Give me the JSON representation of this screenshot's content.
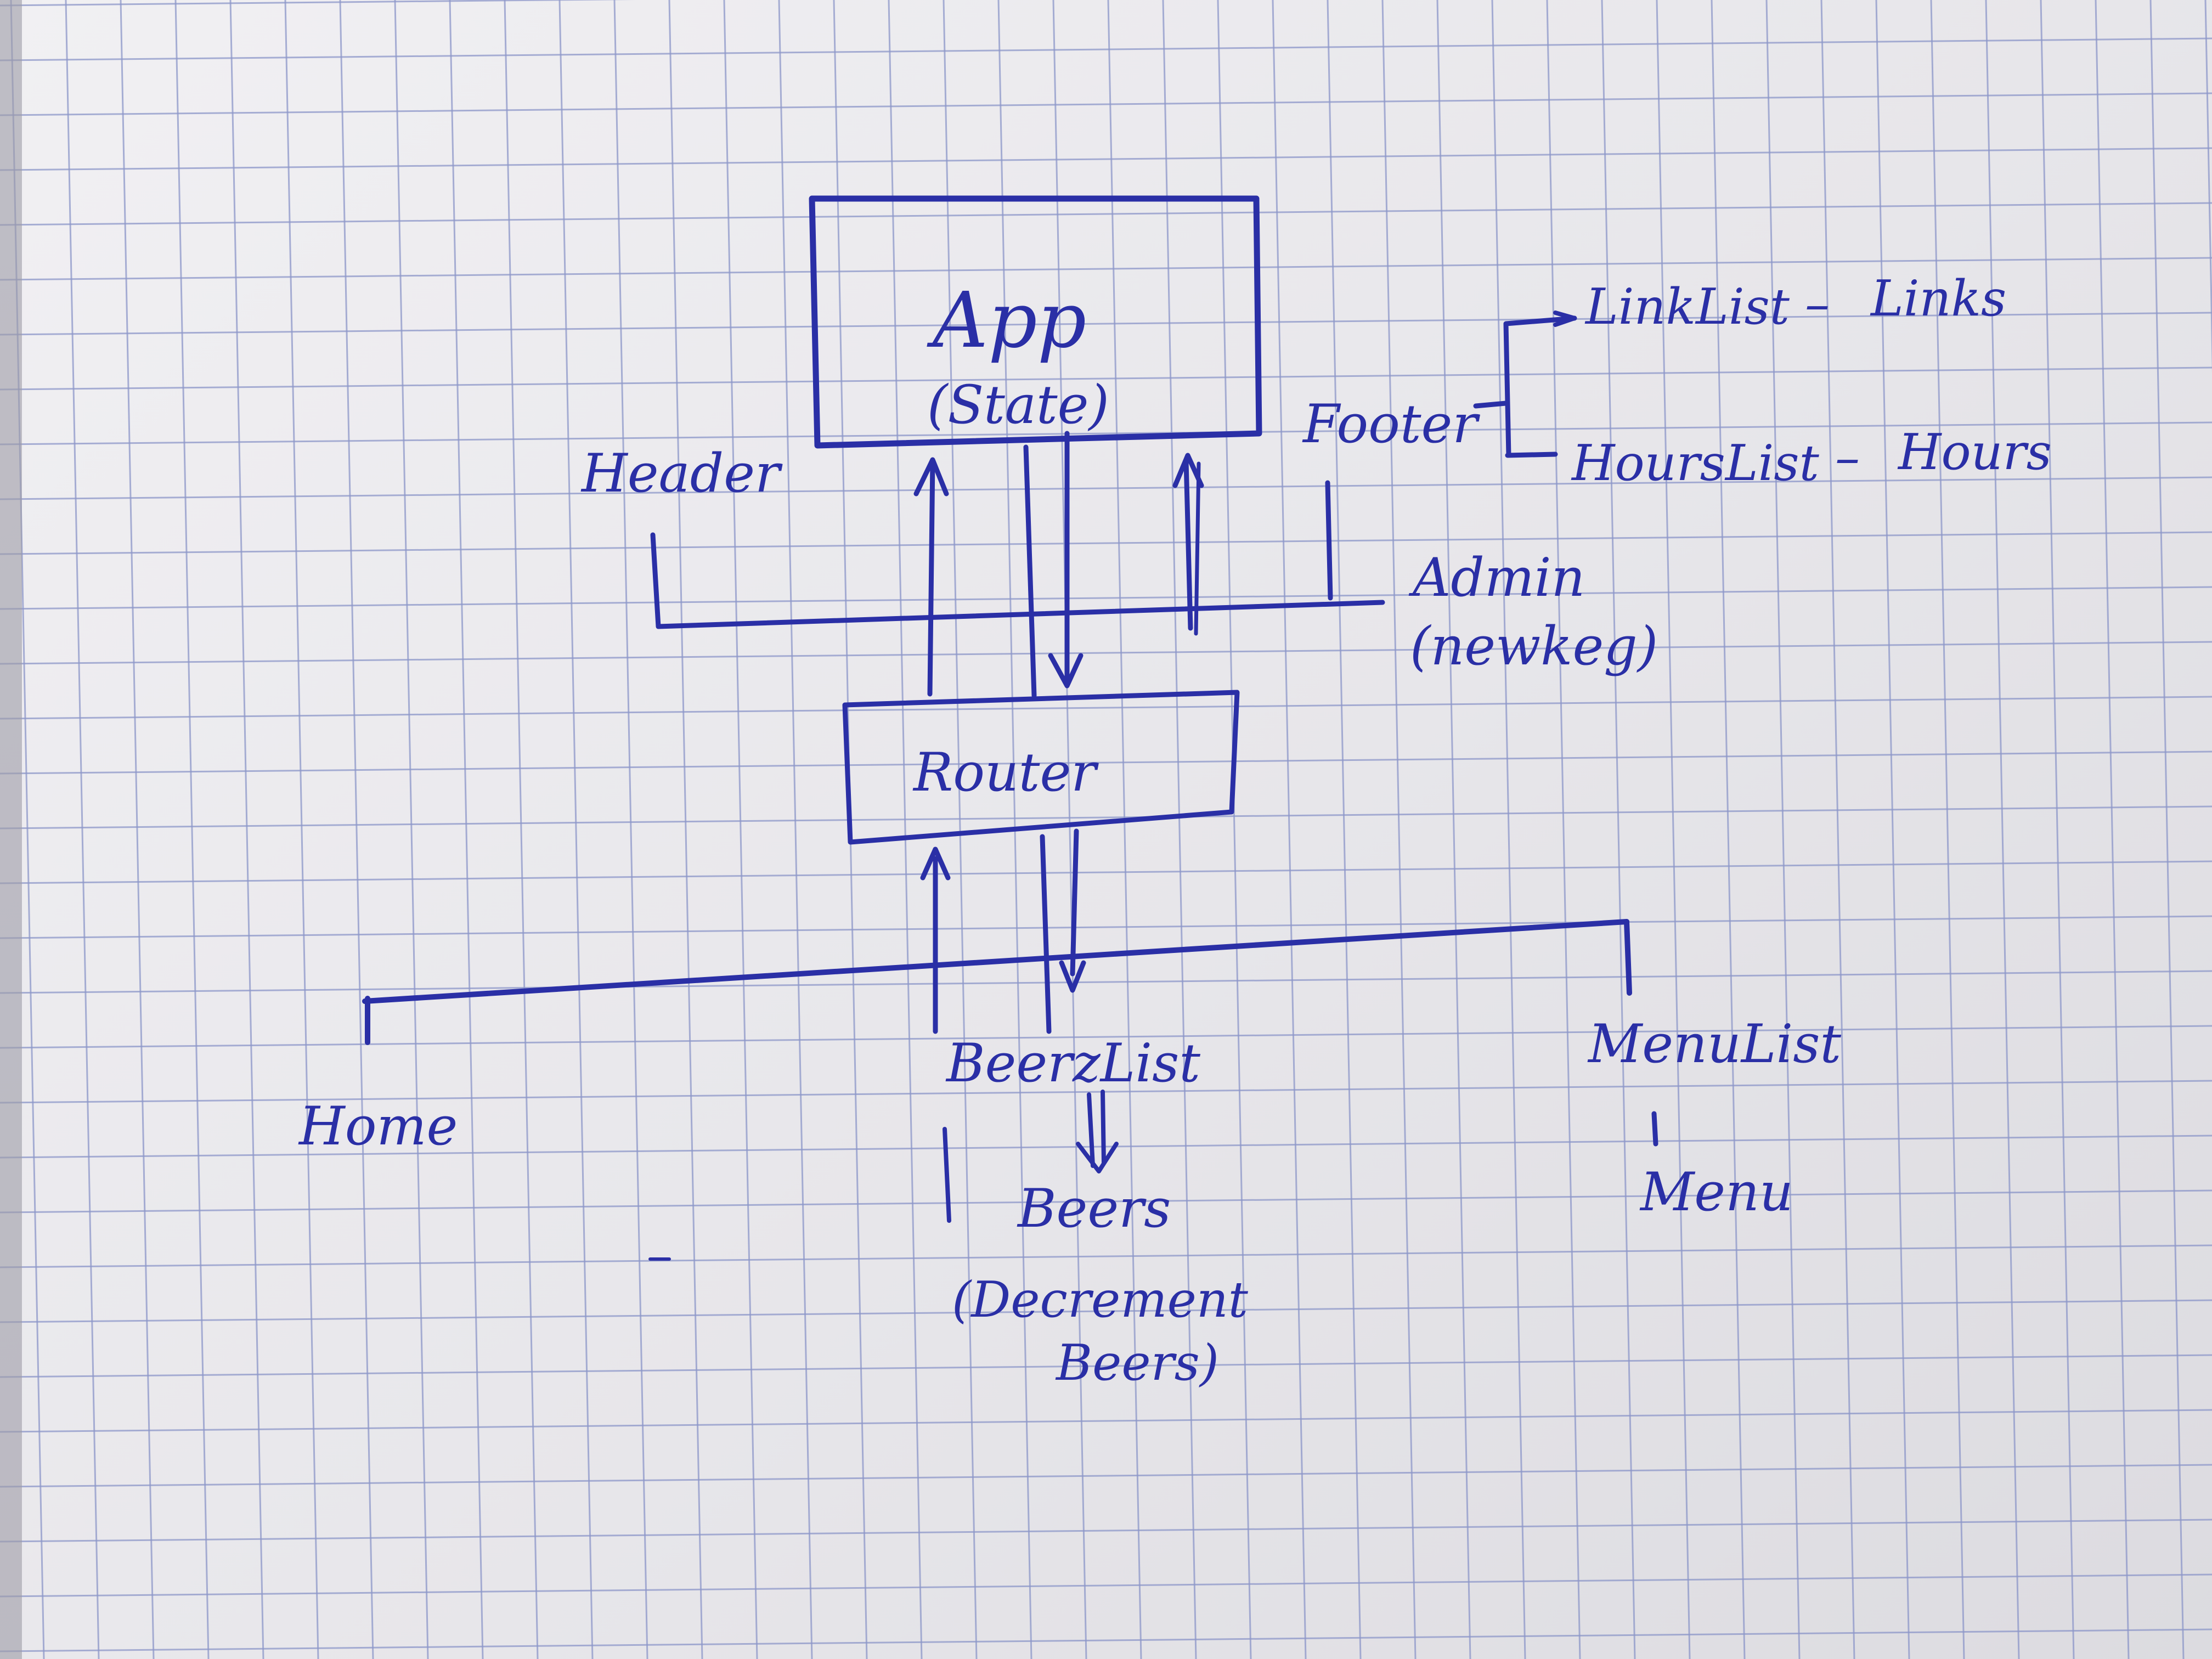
{
  "diagram": {
    "nodes": {
      "app": {
        "title": "App",
        "note": "(State)"
      },
      "header": "Header",
      "footer": "Footer",
      "admin": {
        "title": "Admin",
        "note": "(newkeg)"
      },
      "router": "Router",
      "linklist": "LinkList",
      "links": "Links",
      "hourslist": "HoursList",
      "hours": "Hours",
      "home": "Home",
      "beerzlist": "BeerzList",
      "beers": {
        "title": "Beers",
        "note_line1": "(Decrement",
        "note_line2": "Beers)"
      },
      "menulist": "MenuList",
      "menu": "Menu"
    },
    "ink_color": "#2a2fa6"
  }
}
